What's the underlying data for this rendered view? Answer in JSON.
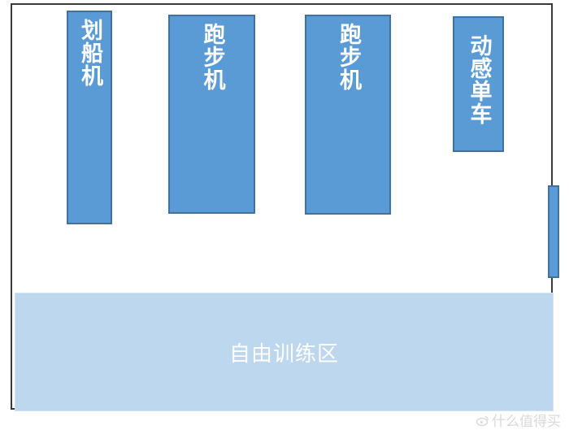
{
  "colors": {
    "equipment_fill": "#5b9bd5",
    "equipment_border": "#41719c",
    "zone_fill": "#bdd7ee",
    "label_text": "#ffffff",
    "room_border": "#3a3a3a"
  },
  "equipment": [
    {
      "label": "划船机"
    },
    {
      "label": "跑步机"
    },
    {
      "label": "跑步机"
    },
    {
      "label": "动感单车"
    }
  ],
  "zone": {
    "label": "自由训练区"
  },
  "watermark": {
    "text": "什么值得买",
    "icon": "weibo-icon"
  }
}
